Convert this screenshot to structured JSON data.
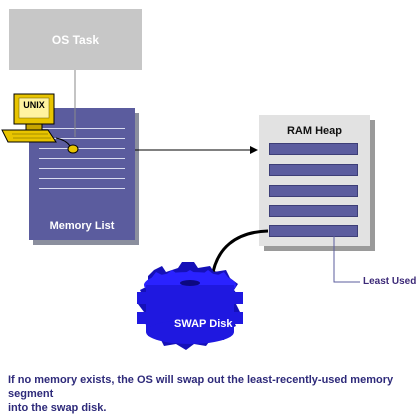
{
  "diagram": {
    "os_task": "OS Task",
    "unix_label": "UNIX",
    "memory_list": "Memory List",
    "ram_heap": "RAM Heap",
    "least_used": "Least Used",
    "swap_disk": "SWAP Disk",
    "caption_line1": "If no memory exists, the OS will swap out the least-recently-used memory segment",
    "caption_line2": "into the swap disk.",
    "ram_slot_count": 5
  },
  "colors": {
    "memory_block": "#5b5c9e",
    "ram_heap_bg": "#e2e2e2",
    "disk": "#1f18e0",
    "caption_text": "#2e2a7a",
    "computer": "#e8c400"
  },
  "icons": {
    "computer": "computer-icon",
    "gear_disk": "gear-disk-icon"
  }
}
